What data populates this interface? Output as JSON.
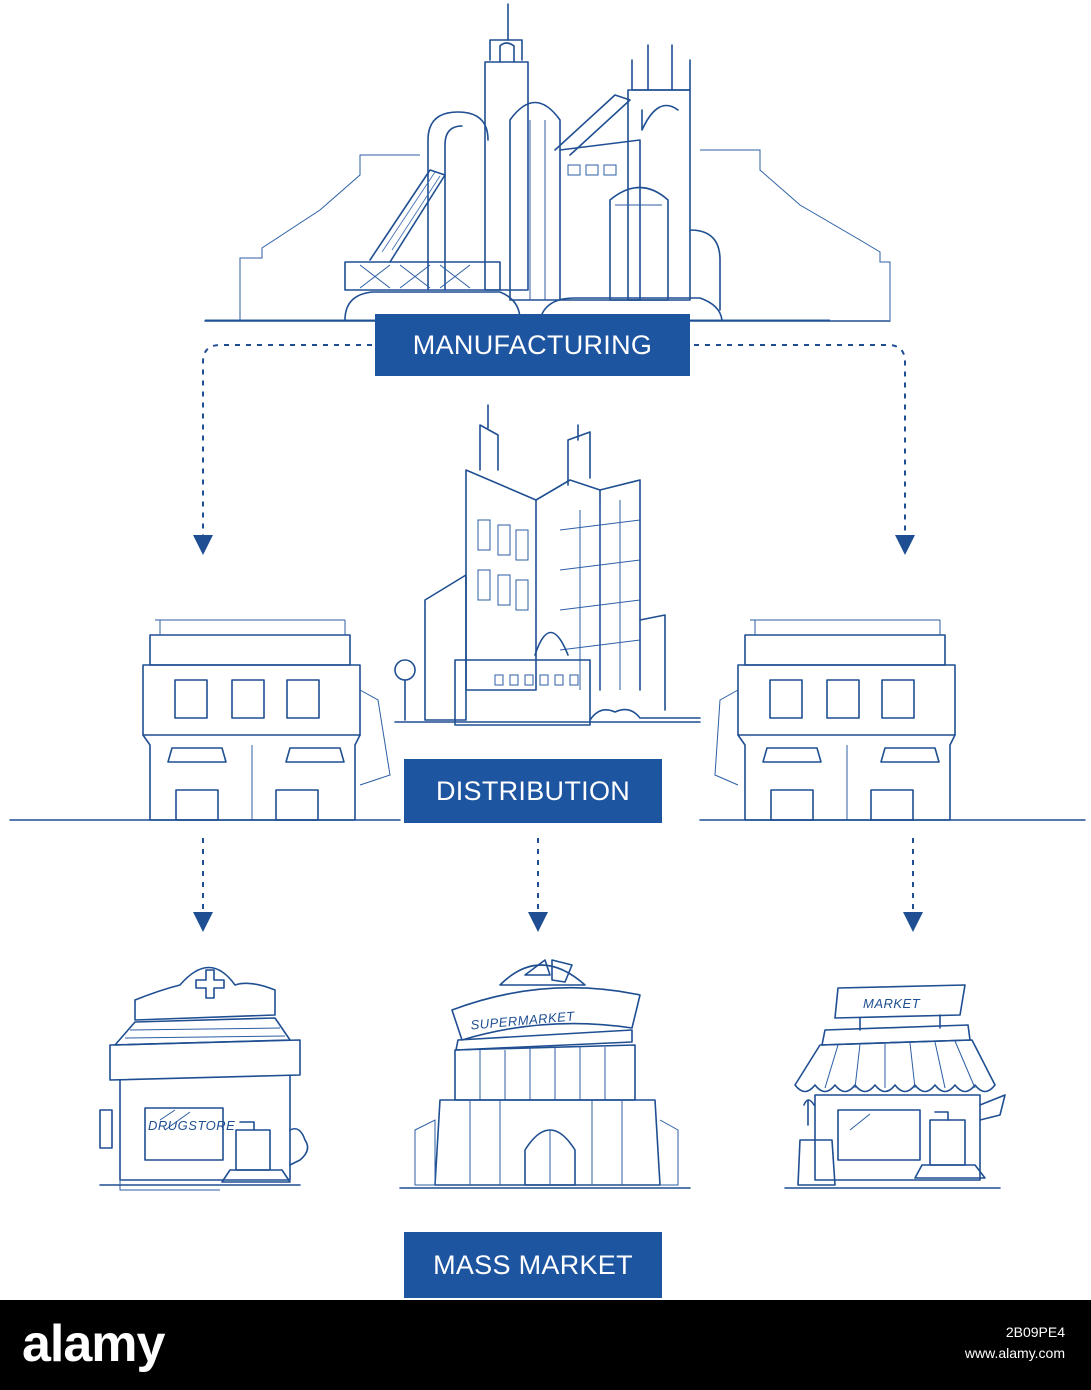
{
  "labels": {
    "manufacturing": "MANUFACTURING",
    "distribution": "DISTRIBUTION",
    "mass_market": "MASS MARKET"
  },
  "store_signs": {
    "drugstore": "DRUGSTORE",
    "supermarket": "SUPERMARKET",
    "market": "MARKET"
  },
  "footer": {
    "logo": "alamy",
    "image_id": "2B09PE4",
    "url": "www.alamy.com"
  },
  "colors": {
    "label_background": "#1d55a0",
    "ink": "#1f4f92",
    "footer_background": "#000000"
  }
}
